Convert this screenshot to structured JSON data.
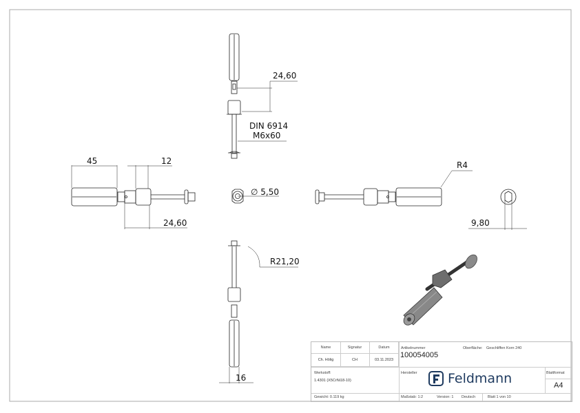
{
  "drawing": {
    "dimensions": {
      "top_view_distance": "24,60",
      "bolt_standard": "DIN 6914",
      "bolt_size": "M6x60",
      "left_length": "45",
      "left_nut_width": "12",
      "left_bottom_distance": "24,60",
      "hole_diameter": "∅ 5,50",
      "radius_large": "R21,20",
      "bottom_width": "16",
      "radius_small": "R4",
      "end_view_width": "9,80"
    }
  },
  "title_block": {
    "headers": {
      "name": "Name",
      "signature": "Signatur",
      "date": "Datum"
    },
    "row": {
      "name": "Ch. Hölig",
      "signature": "CH",
      "date": "03.11.2023"
    },
    "article_label": "Artikelnummer",
    "article_number": "100054005",
    "surface_label": "Oberfläche:",
    "surface_value": "Geschliffen Korn 240",
    "material_label": "Werkstoff:",
    "material_value": "1.4301 (X5CrNi18-10)",
    "manufacturer_label": "Hersteller",
    "brand": "Feldmann",
    "format_label": "Blattformat",
    "format_value": "A4",
    "weight": "Gewicht: 0.119 kg",
    "scale": "Maßstab: 1:2",
    "version": "Version: 1",
    "language": "Deutsch",
    "sheet": "Blatt 1 von 10"
  }
}
